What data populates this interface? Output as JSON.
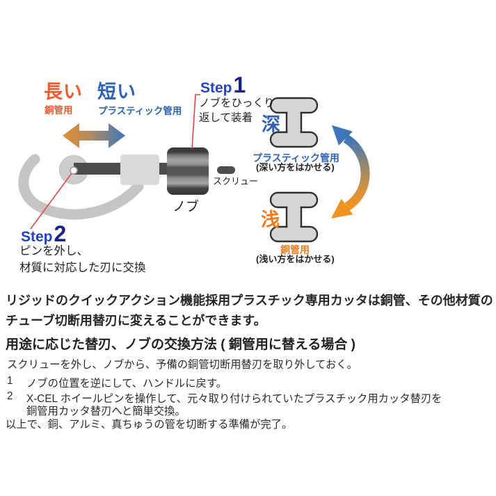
{
  "diagram": {
    "long": {
      "title": "長い",
      "subtitle": "銅管用"
    },
    "short": {
      "title": "短い",
      "subtitle": "プラスティック管用"
    },
    "step1": {
      "label": "Step",
      "number": "1",
      "desc1": "ノブをひっくり",
      "desc2": "返して装着"
    },
    "step2": {
      "label": "Step",
      "number": "2",
      "desc1": "ピンを外し、",
      "desc2": "材質に対応した刃に交換"
    },
    "tool": {
      "screw": "スクリュー",
      "knob": "ノブ"
    },
    "deep": {
      "char": "深",
      "label": "プラスティック管用",
      "note": "(深い方をはかせる)"
    },
    "shallow": {
      "char": "浅",
      "label": "銅管用",
      "note": "(浅い方をはかせる)"
    },
    "colors": {
      "orange_text": "#ee5a2e",
      "blue_text": "#2e63b4",
      "step_blue": "#2543bc",
      "step_navy": "#1b2583",
      "pointer_red": "#e8423e",
      "arrow_blue": "#3f76b8",
      "arrow_orange": "#ef9220"
    }
  },
  "body": {
    "paragraph1": "リジッドのクイックアクション機能採用プラスチック専用カッタは銅管、その他材質の",
    "paragraph2": "チューブ切断用替刃に変えることができます。",
    "heading": "用途に応じた替刃、ノブの交換方法 ( 銅管用に替える場合 )",
    "intro": "スクリューを外し、ノブから、予備の銅管切断用替刃を取り外しておく。",
    "steps": [
      {
        "num": "1",
        "text": "ノブの位置を逆にして、ハンドルに戻す。"
      },
      {
        "num": "2",
        "text": "X-CEL ホイールピンを操作して、元々取り付けられていたプラスチック用カッタ替刃を",
        "text2": "銅管用カッタ替刃へと簡単交換。"
      }
    ],
    "outro": "以上で、銅、アルミ、真ちゅうの管を切断する準備が完了。"
  }
}
